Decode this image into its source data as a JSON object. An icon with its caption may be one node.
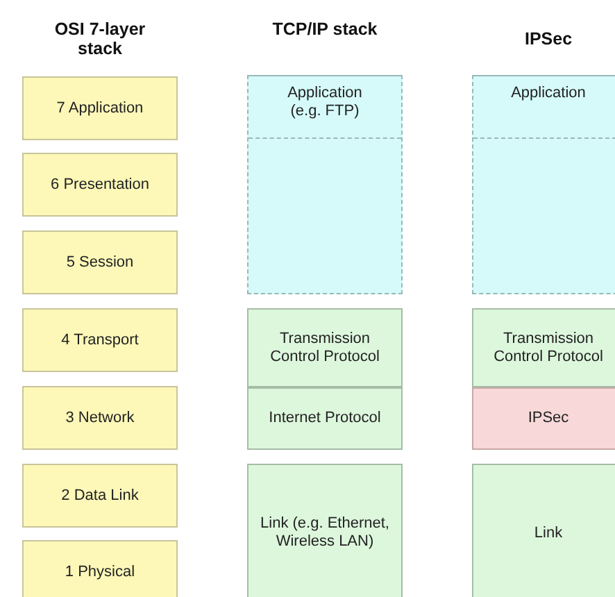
{
  "diagram": {
    "nodes": [
      {
        "text": [
          "7 Application"
        ]
      },
      {
        "text": [
          "6 Presentation"
        ]
      },
      {
        "text": [
          "5 Session"
        ]
      },
      {
        "text": [
          "4 Transport"
        ]
      },
      {
        "text": [
          "3 Network"
        ]
      },
      {
        "text": [
          "2 Data Link"
        ]
      },
      {
        "text": [
          "1 Physical"
        ]
      },
      {
        "text": [
          "Application (e.g. FTP)"
        ]
      },
      {
        "text": [
          "Transmission Control Protocol"
        ]
      },
      {
        "text": [
          "Internet Protocol"
        ]
      },
      {
        "text": [
          "Link (e.g. Ethernet, Wireless LAN)"
        ]
      },
      {
        "text": [
          "Application"
        ]
      },
      {
        "text": [
          "Transmission Control Protocol"
        ]
      },
      {
        "text": [
          "IPSec"
        ]
      },
      {
        "text": [
          "Link"
        ]
      }
    ],
    "labels": [
      "OSI 7-layer stack",
      "TCP/IP stack",
      "IPSec"
    ]
  }
}
